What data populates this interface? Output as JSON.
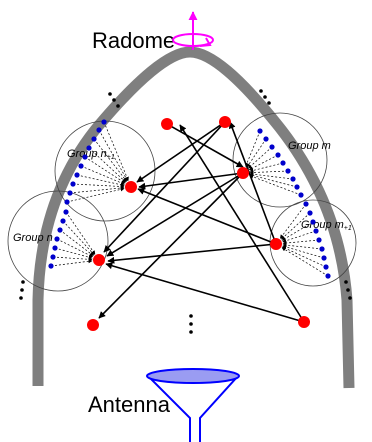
{
  "labels": {
    "radome": "Radome",
    "antenna": "Antenna",
    "group_n_plus_1": {
      "base": "Group n",
      "sub": "+1"
    },
    "group_m": "Group m",
    "group_m_plus_1": {
      "base": "Group m",
      "sub": "+1"
    },
    "group_n": "Group n"
  },
  "colors": {
    "radome_wall": "#7f7f7f",
    "node_red": "#ff0000",
    "dot_blue": "#0000cc",
    "arrow": "#000000",
    "rotation_icon": "#ff00ff",
    "antenna_fill": "#9a9cf2",
    "antenna_stroke": "#0000ff"
  },
  "icons": {
    "rotation": "rotation-axis-icon",
    "ellipsis": "vertical-ellipsis-icon"
  }
}
